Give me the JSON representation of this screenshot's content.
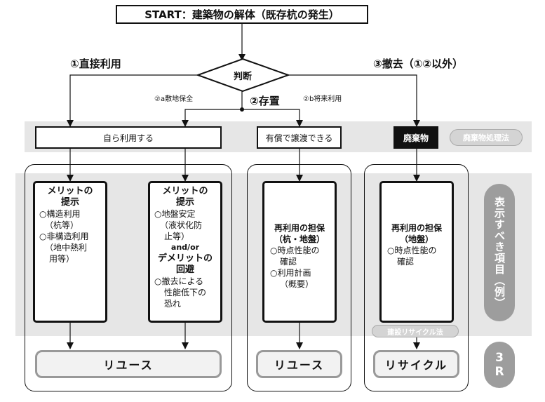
{
  "start": "START：建築物の解体（既存杭の発生）",
  "decision": "判断",
  "branch1": "①直接利用",
  "branch2": "②存置",
  "branch3": "③撤去（①②以外）",
  "sub_a": "②a敷地保全",
  "sub_b": "②b将来利用",
  "row1": {
    "self_use": "自ら利用する",
    "transfer": "有償で譲渡できる",
    "waste": "廃棄物",
    "waste_law": "廃棄物処理法"
  },
  "side_label": "表示すべき項目（例）",
  "side_3r": "3R",
  "box1": {
    "title1": "メリットの",
    "title2": "提示",
    "items": [
      "○構造利用",
      "（杭等）",
      "○非構造利用",
      "（地中熱利",
      "用等）"
    ]
  },
  "box2": {
    "title1": "メリットの",
    "title2": "提示",
    "items_a": [
      "○地盤安定",
      "（液状化防",
      "止等）"
    ],
    "andor": "and/or",
    "title3": "デメリットの",
    "title4": "回避",
    "items_b": [
      "○撤去による",
      "性能低下の",
      "恐れ"
    ]
  },
  "box3": {
    "title1": "再利用の担保",
    "title2": "（杭・地盤）",
    "items": [
      "○時点性能の",
      "確認",
      "○利用計画",
      "（概要）"
    ]
  },
  "box4": {
    "title1": "再利用の担保",
    "title2": "（地盤）",
    "items": [
      "○時点性能の",
      "確認"
    ]
  },
  "recycle_law": "建設リサイクル法",
  "results": {
    "reuse1": "リユース",
    "reuse2": "リユース",
    "recycle": "リサイクル"
  }
}
